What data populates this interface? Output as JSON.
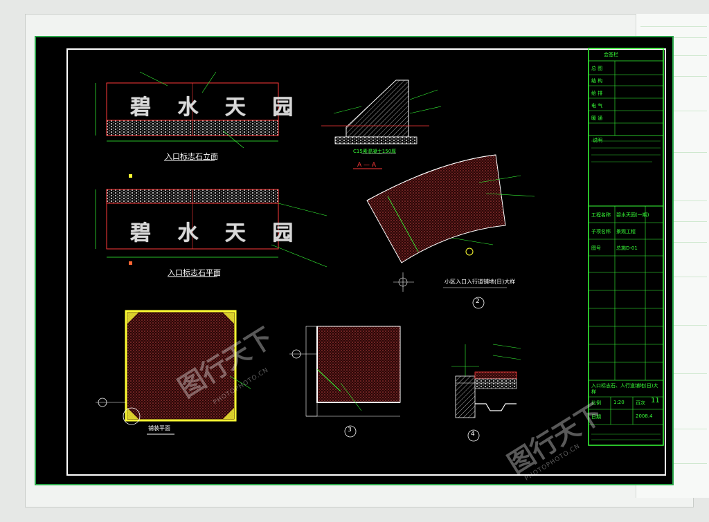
{
  "drawing": {
    "sign_text_front": "碧 水 天 园",
    "sign_text_plan": "碧 水 天 园",
    "title_front_elevation": "入口标志石立面",
    "title_plan": "入口标志石平面",
    "title_section": "A — A",
    "title_detail_2": "小区入口入行道铺地(日)大样",
    "title_detail_3": "3",
    "title_detail_4": "4",
    "title_paving_plan": "铺装平面",
    "circle_2": "2",
    "dimension_section": "C15素混凝土150厚"
  },
  "title_block": {
    "row1": "会签栏",
    "row_items": [
      "总    图",
      "结    构",
      "给    排",
      "电    气",
      "暖    通"
    ],
    "notes_header": "说明",
    "project_label": "工程名称",
    "project_value": "碧水天园(一期)",
    "subproject_label": "子项名称",
    "subproject_value": "景观工程",
    "drawing_no_label": "图号",
    "drawing_no_value": "总施D-01",
    "drawing_name": "入口标志石、人行道铺地(日)大样",
    "scale_label": "比例",
    "scale_value": "1:20",
    "sheet_label": "页次",
    "sheet_value": "11",
    "date_label": "日期",
    "date_value": "2008.4"
  },
  "watermark": {
    "text": "图行天下",
    "sub": "PHOTOPHOTO.CN"
  },
  "colors": {
    "cad_background": "#000000",
    "line_green": "#37ff37",
    "line_white": "#ffffff",
    "line_red": "#ff3a3a",
    "line_yellow": "#ffff33",
    "frame_green": "#2aa84a"
  }
}
